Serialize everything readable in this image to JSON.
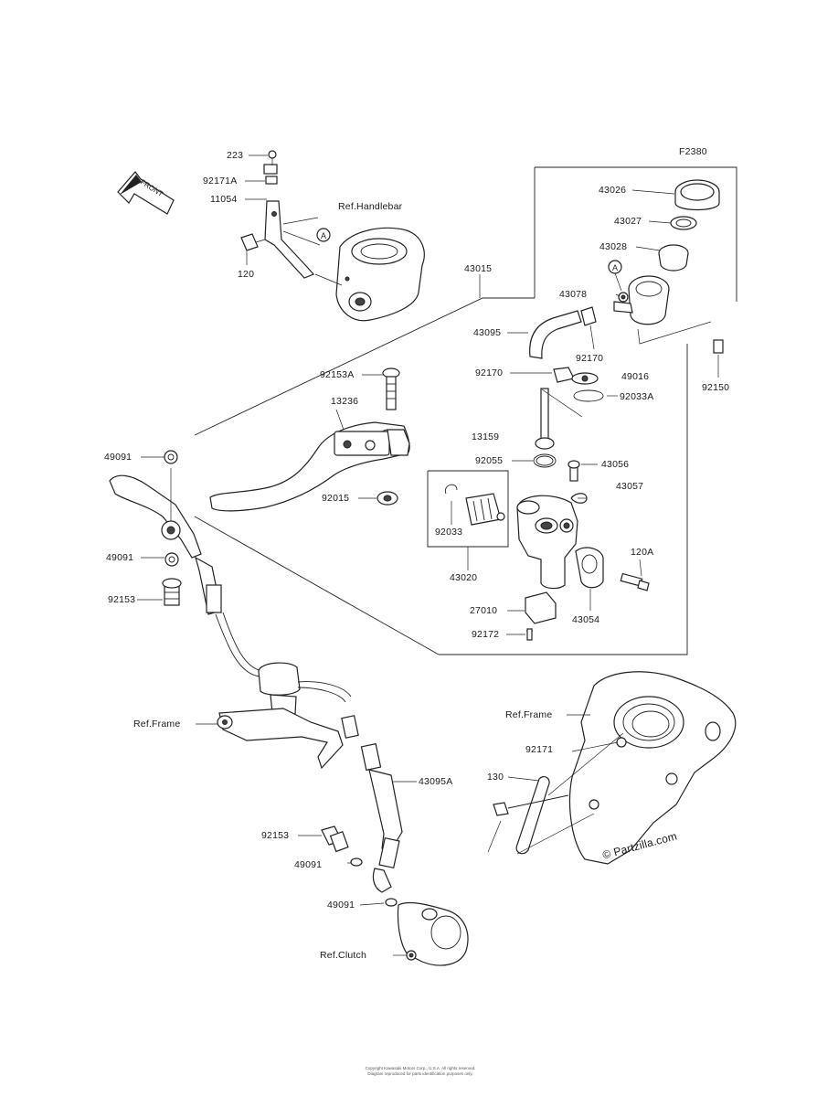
{
  "diagram": {
    "code": "F2380",
    "front_label": "FRONT",
    "watermark": "© Partzilla.com",
    "footer_line1": "Copyright Kawasaki Motors Corp., U.S.A. All rights reserved.",
    "footer_line2": "Diagram reproduced for parts identification purposes only."
  },
  "labels": [
    {
      "id": "223",
      "text": "223"
    },
    {
      "id": "92171a",
      "text": "92171A"
    },
    {
      "id": "11054",
      "text": "11054"
    },
    {
      "id": "120",
      "text": "120"
    },
    {
      "id": "ref_handlebar",
      "text": "Ref.Handlebar"
    },
    {
      "id": "43015",
      "text": "43015"
    },
    {
      "id": "43026",
      "text": "43026"
    },
    {
      "id": "43027",
      "text": "43027"
    },
    {
      "id": "43028",
      "text": "43028"
    },
    {
      "id": "43078",
      "text": "43078"
    },
    {
      "id": "43095",
      "text": "43095"
    },
    {
      "id": "92170",
      "text": "92170"
    },
    {
      "id": "92150",
      "text": "92150"
    },
    {
      "id": "92153a",
      "text": "92153A"
    },
    {
      "id": "13236",
      "text": "13236"
    },
    {
      "id": "92170b",
      "text": "92170"
    },
    {
      "id": "49016",
      "text": "49016"
    },
    {
      "id": "92033a",
      "text": "92033A"
    },
    {
      "id": "13159",
      "text": "13159"
    },
    {
      "id": "92055",
      "text": "92055"
    },
    {
      "id": "43056",
      "text": "43056"
    },
    {
      "id": "43057",
      "text": "43057"
    },
    {
      "id": "49091a",
      "text": "49091"
    },
    {
      "id": "92015",
      "text": "92015"
    },
    {
      "id": "92033",
      "text": "92033"
    },
    {
      "id": "43020",
      "text": "43020"
    },
    {
      "id": "120a",
      "text": "120A"
    },
    {
      "id": "49091b",
      "text": "49091"
    },
    {
      "id": "92153b",
      "text": "92153"
    },
    {
      "id": "27010",
      "text": "27010"
    },
    {
      "id": "43054",
      "text": "43054"
    },
    {
      "id": "92172",
      "text": "92172"
    },
    {
      "id": "ref_frame_left",
      "text": "Ref.Frame"
    },
    {
      "id": "ref_frame_right",
      "text": "Ref.Frame"
    },
    {
      "id": "92171",
      "text": "92171"
    },
    {
      "id": "130",
      "text": "130"
    },
    {
      "id": "43095a",
      "text": "43095A"
    },
    {
      "id": "92153c",
      "text": "92153"
    },
    {
      "id": "49091c",
      "text": "49091"
    },
    {
      "id": "49091d",
      "text": "49091"
    },
    {
      "id": "ref_clutch",
      "text": "Ref.Clutch"
    }
  ],
  "callouts": [
    "A",
    "A"
  ]
}
